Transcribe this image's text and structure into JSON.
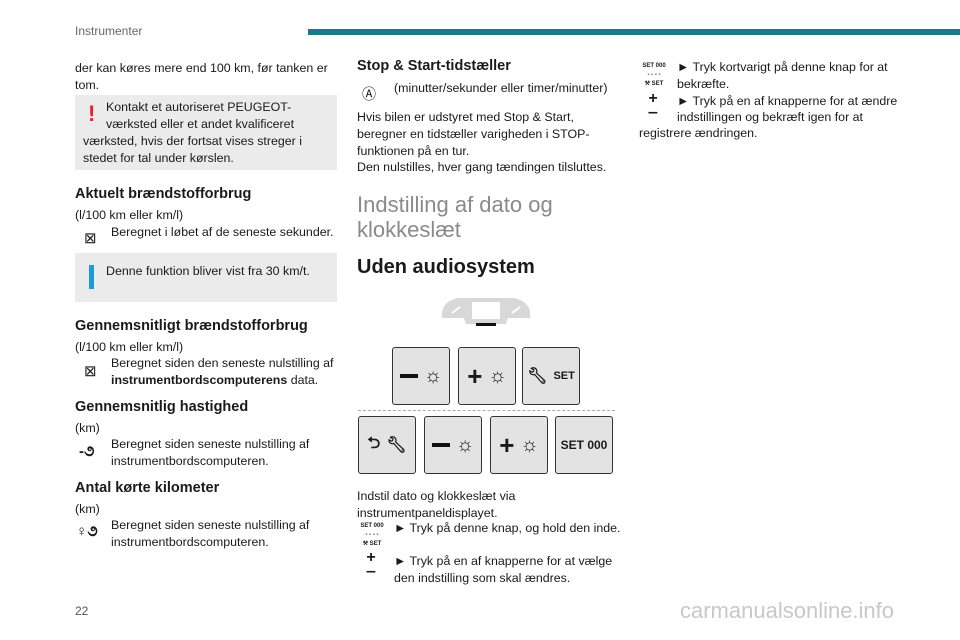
{
  "header": {
    "section": "Instrumenter",
    "accent": "#1a7a8a"
  },
  "page_number": "22",
  "watermark": "carmanualsonline.info",
  "left": {
    "intro": [
      "der kan køres mere end 100 km, før tanken er",
      "tom."
    ],
    "warning": [
      "Kontakt et autoriseret PEUGEOT-",
      "værksted eller et andet kvalificeret",
      "værksted, hvis der fortsat vises streger i",
      "stedet for tal under kørslen."
    ],
    "s1": {
      "title": "Aktuelt brændstofforbrug",
      "unit": "(l/100 km eller km/l)",
      "text": "Beregnet i løbet af de seneste sekunder."
    },
    "info": "Denne funktion bliver vist fra 30 km/t.",
    "s2": {
      "title": "Gennemsnitligt brændstofforbrug",
      "unit": "(l/100 km eller km/l)",
      "line1": "Beregnet siden den seneste nulstilling af",
      "bold": "instrumentbordscomputerens",
      "rest": " data."
    },
    "s3": {
      "title": "Gennemsnitlig hastighed",
      "unit": "(km)",
      "lines": [
        "Beregnet siden seneste nulstilling af",
        "instrumentbordscomputeren."
      ]
    },
    "s4": {
      "title": "Antal kørte kilometer",
      "unit": "(km)",
      "lines": [
        "Beregnet siden seneste nulstilling af",
        "instrumentbordscomputeren."
      ]
    }
  },
  "middle": {
    "stop_title": "Stop & Start-tidstæller",
    "stop_unit": "(minutter/sekunder eller timer/minutter)",
    "stop_text": [
      "Hvis bilen er udstyret med Stop & Start,",
      "beregner en tidstæller varigheden i STOP-",
      "funktionen på en tur.",
      "Den nulstilles, hver gang tændingen tilsluttes."
    ],
    "section_title": [
      "Indstilling af dato og",
      "klokkeslæt"
    ],
    "sub_title": "Uden audiosystem",
    "buttons": {
      "set": "SET",
      "set000": "SET 000"
    },
    "instr": [
      "Indstil dato og klokkeslæt via",
      "instrumentpaneldisplayet."
    ],
    "step1": "► Tryk på denne knap, og hold den inde.",
    "step2": [
      "► Tryk på en af knapperne for at vælge",
      "den indstilling som skal ændres."
    ]
  },
  "right": {
    "lines": [
      "► Tryk kortvarigt på denne knap for at",
      "bekræfte.",
      "► Tryk på en af knapperne for at ændre",
      "indstillingen og bekræft igen for at",
      "registrere ændringen."
    ],
    "icon_set": "SET",
    "icon_000": "000"
  }
}
